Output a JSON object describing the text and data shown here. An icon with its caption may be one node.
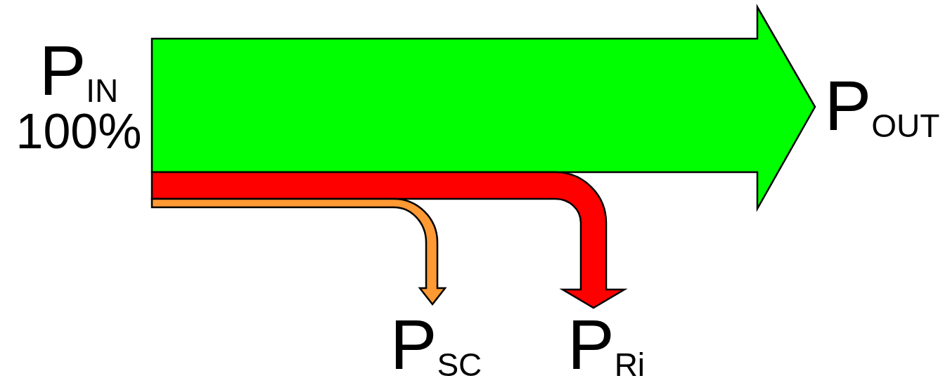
{
  "diagram": {
    "nodes": [
      {
        "text": [
          "P$_{IN}$",
          "100%"
        ]
      },
      {
        "text": [
          "P$_{OUT}$"
        ]
      },
      {
        "text": [
          "P$_{SC}$"
        ]
      },
      {
        "text": [
          "P$_{Ri}$"
        ]
      }
    ],
    "edges": [
      {
        "from": 0,
        "to": 1,
        "arrow": "to",
        "color": "#00ff00"
      },
      {
        "from": 0,
        "to": 3,
        "arrow": "to",
        "color": "#ff0000"
      },
      {
        "from": 0,
        "to": 2,
        "arrow": "to",
        "color": "#ff9933"
      }
    ]
  }
}
